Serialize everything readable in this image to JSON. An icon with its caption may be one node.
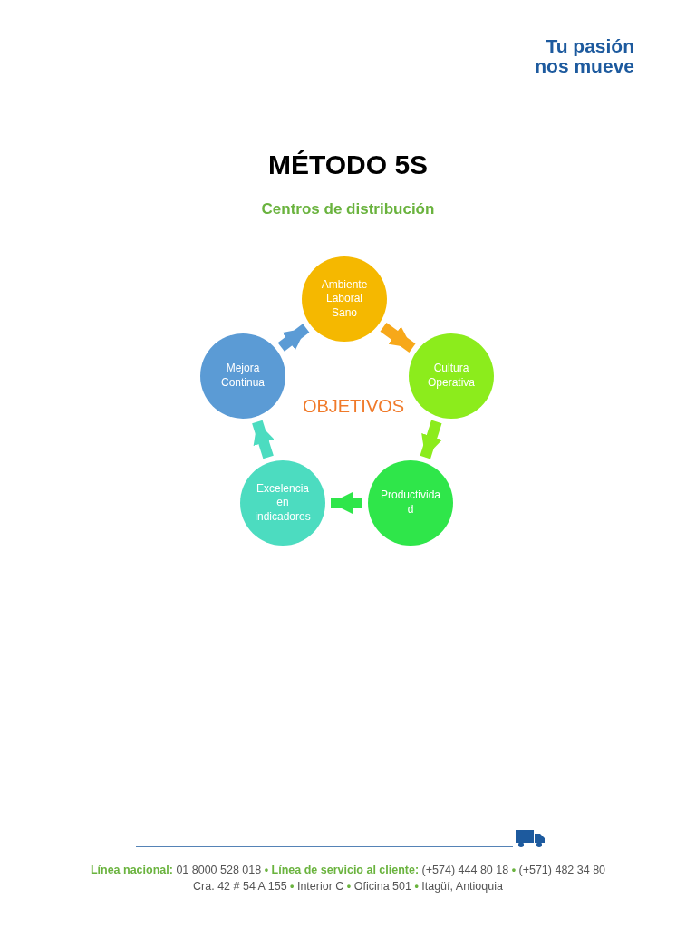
{
  "diagram": {
    "title": "MÉTODO 5S",
    "nodes": [
      {
        "text": [
          "Ambiente Laboral Sano"
        ]
      },
      {
        "text": [
          "Cultura Operativa"
        ]
      },
      {
        "text": [
          "Productividad"
        ]
      },
      {
        "text": [
          "Excelencia en indicadores"
        ]
      },
      {
        "text": [
          "Mejora Continua"
        ]
      }
    ],
    "edges": [
      {
        "from": 0,
        "to": 1,
        "arrow": "to",
        "color": "#f7a81a"
      },
      {
        "from": 1,
        "to": 2,
        "arrow": "to",
        "color": "#8cec1c"
      },
      {
        "from": 2,
        "to": 3,
        "arrow": "to",
        "color": "#2fe64a"
      },
      {
        "from": 3,
        "to": 4,
        "arrow": "to",
        "color": "#4cdcc0"
      },
      {
        "from": 4,
        "to": 0,
        "arrow": "to",
        "color": "#5b9bd5"
      }
    ],
    "labels": [
      "Tu pasión nos mueve",
      "Centros de distribución",
      "OBJETIVOS",
      "**Línea nacional:** 01 8000 528 018 **• Línea de servicio al cliente:** (+574) 444 80 18 **•** (+571) 482 34 80",
      "Cra. 42 # 54 A 155 **•** Interior C **•** Oficina 501 **•** Itagüí, Antioquia"
    ]
  }
}
